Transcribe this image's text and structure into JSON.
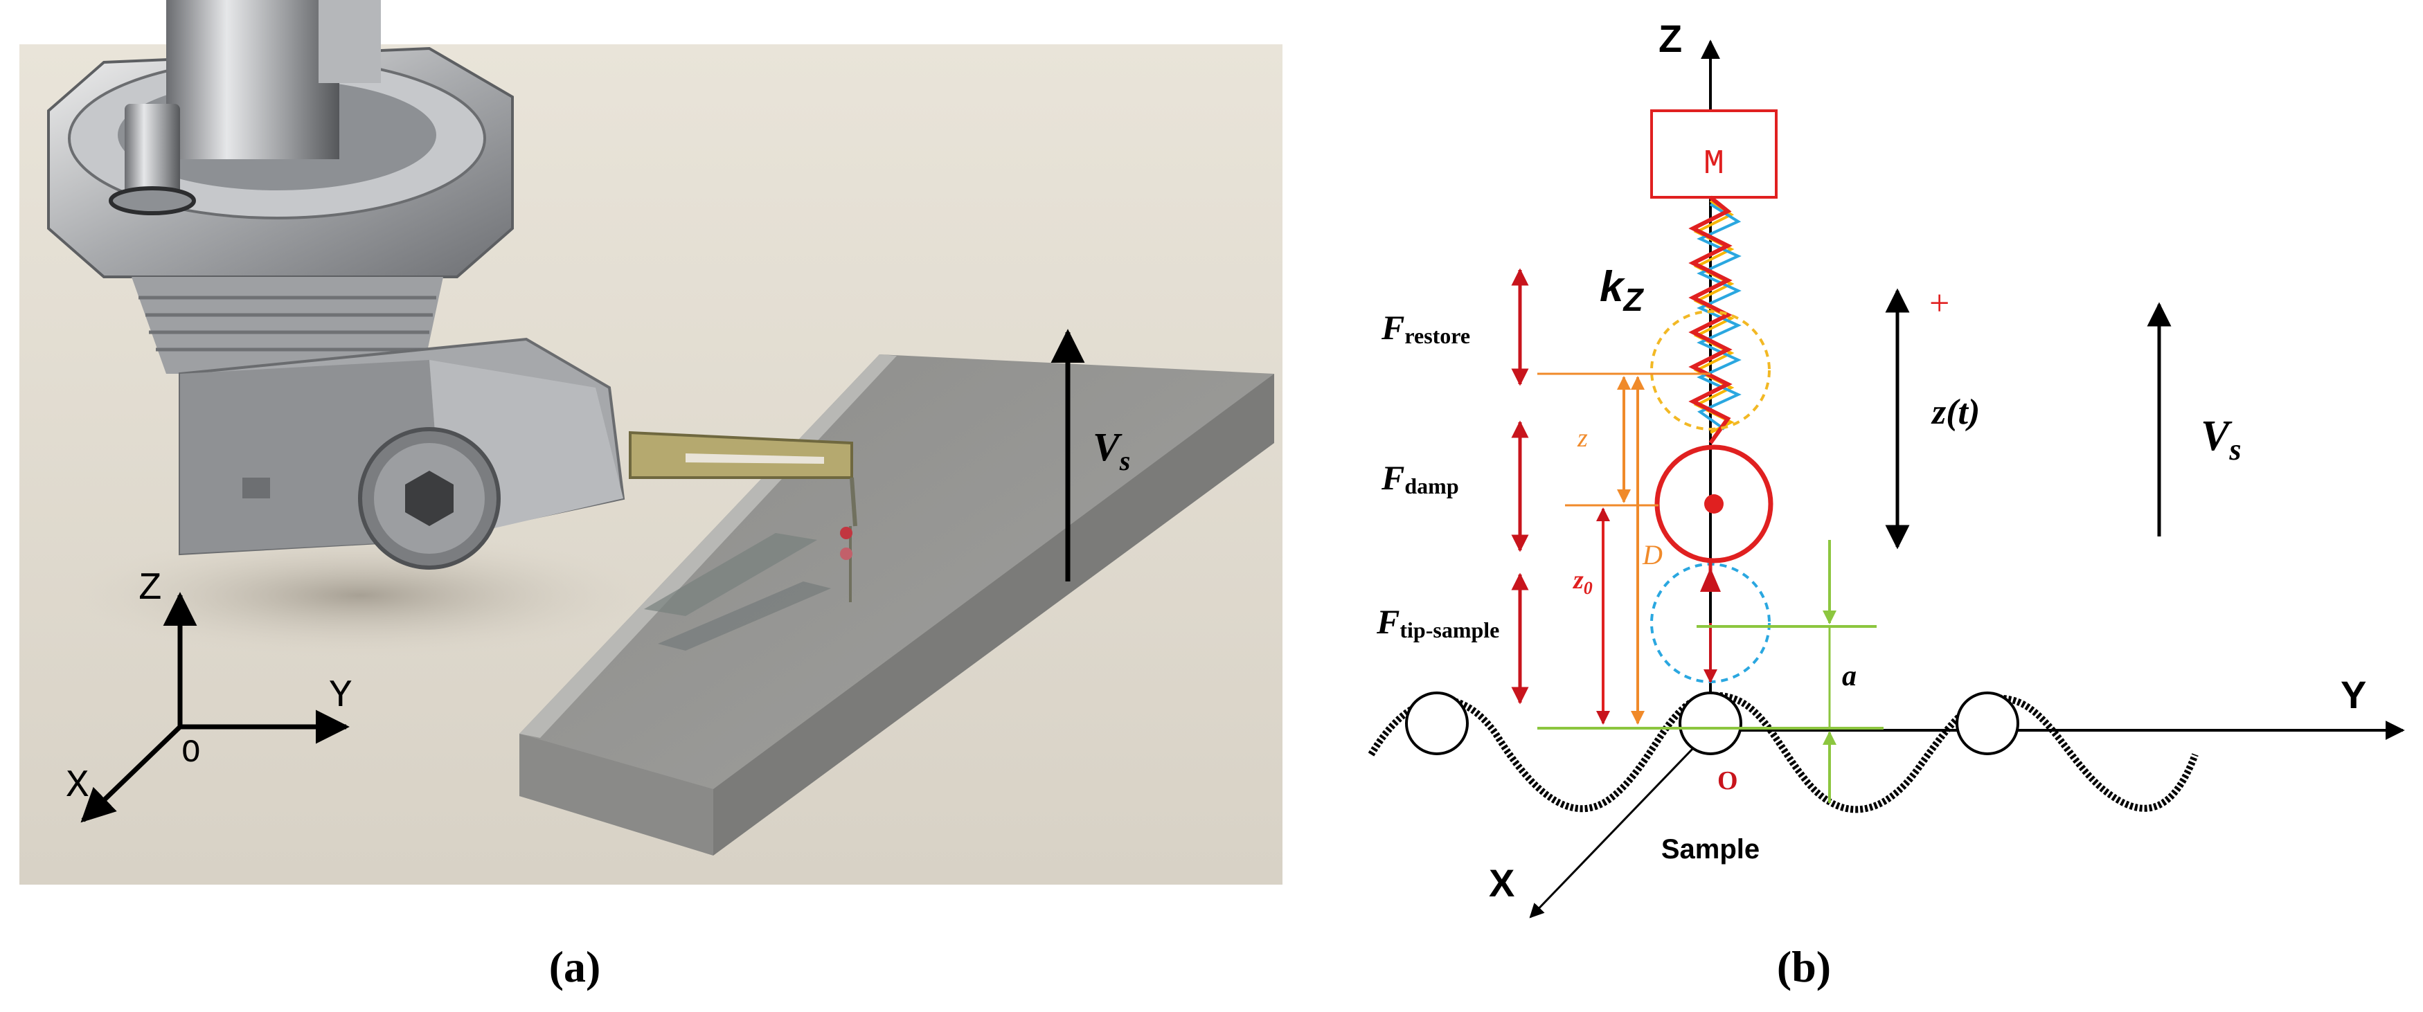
{
  "panel_a": {
    "caption": "(a)",
    "axes": {
      "z": "Z",
      "y": "Y",
      "x": "X",
      "origin": "O"
    },
    "velocity": {
      "symbol": "V",
      "subscript": "s"
    }
  },
  "panel_b": {
    "caption": "(b)",
    "axes": {
      "z": "Z",
      "y": "Y",
      "x": "X",
      "origin": "O"
    },
    "mass_label": "M",
    "spring_label": {
      "symbol": "k",
      "subscript": "Z"
    },
    "plus_sign": "+",
    "displacement_label": "z(t)",
    "velocity": {
      "symbol": "V",
      "subscript": "s"
    },
    "forces": [
      {
        "symbol": "F",
        "subscript": "restore"
      },
      {
        "symbol": "F",
        "subscript": "damp"
      },
      {
        "symbol": "F",
        "subscript": "tip-sample"
      }
    ],
    "dimension_z": "z",
    "dimension_z0": {
      "symbol": "z",
      "subscript": "0"
    },
    "dimension_D": "D",
    "dimension_a": "a",
    "sample_label": "Sample",
    "colors": {
      "mass": "#e02020",
      "force_arrows": "#c8141c",
      "orange": "#f08a2a",
      "green": "#8cc63f",
      "blue_dash": "#2aa7e0",
      "yellow_dash": "#f2b824",
      "spring_yellow": "#f7b500",
      "spring_blue": "#2aa7e0"
    }
  }
}
